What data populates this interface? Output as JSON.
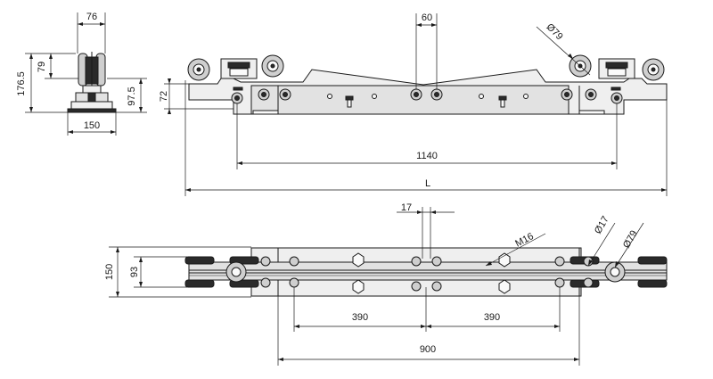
{
  "dimensions": {
    "side_top_width": "76",
    "side_total_height": "176.5",
    "side_wheel_height": "79",
    "side_lower_height": "97.5",
    "side_base_width": "150",
    "front_bolt_spacing": "60",
    "front_wheel_diameter": "Ø79",
    "front_plate_height": "72",
    "front_wheel_span": "1140",
    "front_total_length": "L",
    "top_slot_width": "17",
    "top_thread": "M16",
    "top_hole_diameter": "Ø17",
    "top_wheel_diameter": "Ø79",
    "top_total_width": "150",
    "top_inner_width": "93",
    "top_spacing_left": "390",
    "top_spacing_right": "390",
    "top_spacing_total": "900"
  }
}
